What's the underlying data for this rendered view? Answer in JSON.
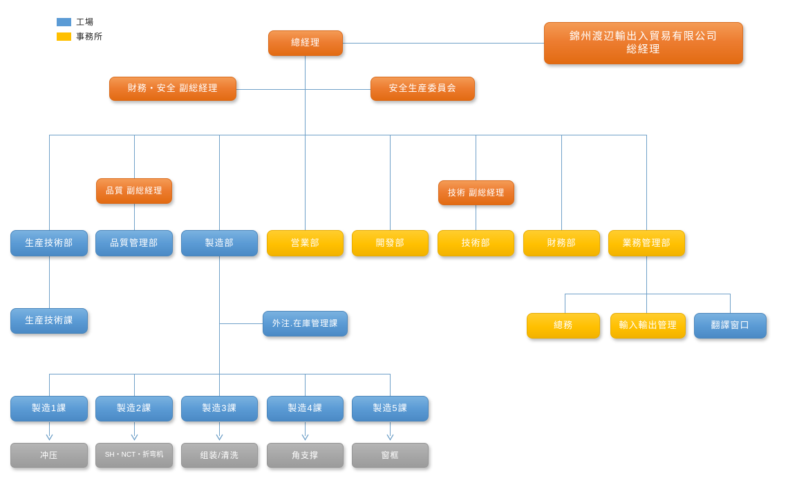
{
  "legend": {
    "factory_label": "工場",
    "office_label": "事務所",
    "factory_color": "#5B9BD5",
    "office_color": "#FFC000"
  },
  "colors": {
    "orange_executive": "#ED7D31",
    "blue_factory": "#5B9BD5",
    "yellow_office": "#FFC000",
    "gray_process": "#A6A6A6",
    "connector": "#6FA0C8"
  },
  "nodes": {
    "general_manager": "總経理",
    "trade_company_line1": "錦州渡辺輸出入貿易有限公司",
    "trade_company_line2": "総経理",
    "finance_safety_vice_gm": "財務・安全 副総経理",
    "safety_production_committee": "安全生産委員会",
    "quality_vice_gm": "品質 副総経理",
    "tech_vice_gm": "技術 副総経理",
    "dept_production_tech": "生産技術部",
    "dept_quality_mgmt": "品質管理部",
    "dept_manufacturing": "製造部",
    "dept_sales": "営業部",
    "dept_development": "開發部",
    "dept_technology": "技術部",
    "dept_finance": "財務部",
    "dept_business_mgmt": "業務管理部",
    "sec_production_tech": "生産技術課",
    "sec_outsourcing_inventory": "外注.在庫管理課",
    "general_affairs": "總務",
    "import_export_mgmt": "輸入輸出管理",
    "translation_window": "翻譯窗口",
    "mfg_sec_1": "製造1課",
    "mfg_sec_2": "製造2課",
    "mfg_sec_3": "製造3課",
    "mfg_sec_4": "製造4課",
    "mfg_sec_5": "製造5課",
    "proc_stamping": "冲压",
    "proc_sh_nct_bending": "SH・NCT・折弯机",
    "proc_assembly_cleaning": "组装/清洗",
    "proc_corner_support": "角支撑",
    "proc_window_frame": "窗框"
  }
}
